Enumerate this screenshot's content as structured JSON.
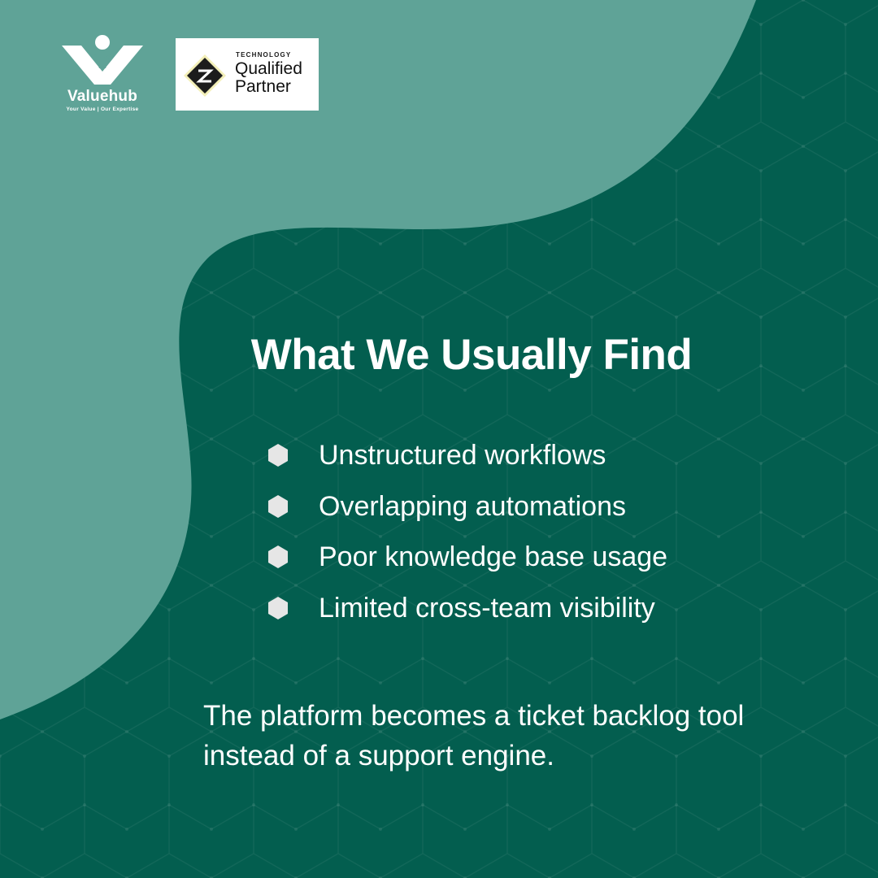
{
  "brand": {
    "name": "Valuehub",
    "tagline": "Your Value | Our Expertise"
  },
  "partner_badge": {
    "line1": "TECHNOLOGY",
    "line2": "Qualified",
    "line3": "Partner"
  },
  "headline": "What We Usually Find",
  "bullets": [
    {
      "text": "Unstructured workflows"
    },
    {
      "text": "Overlapping automations"
    },
    {
      "text": "Poor knowledge base usage"
    },
    {
      "text": "Limited cross-team visibility"
    }
  ],
  "conclusion": "The platform becomes a ticket backlog tool instead of a support engine.",
  "colors": {
    "background_dark": "#035e4f",
    "background_light": "#5fa397",
    "text": "#ffffff",
    "bullet": "#e6e6e6"
  },
  "icons": {
    "logo": "valuehub-v-person-icon",
    "badge": "zendesk-diamond-icon",
    "bullet": "hexagon-bullet-icon",
    "pattern": "hexagon-grid-pattern"
  }
}
